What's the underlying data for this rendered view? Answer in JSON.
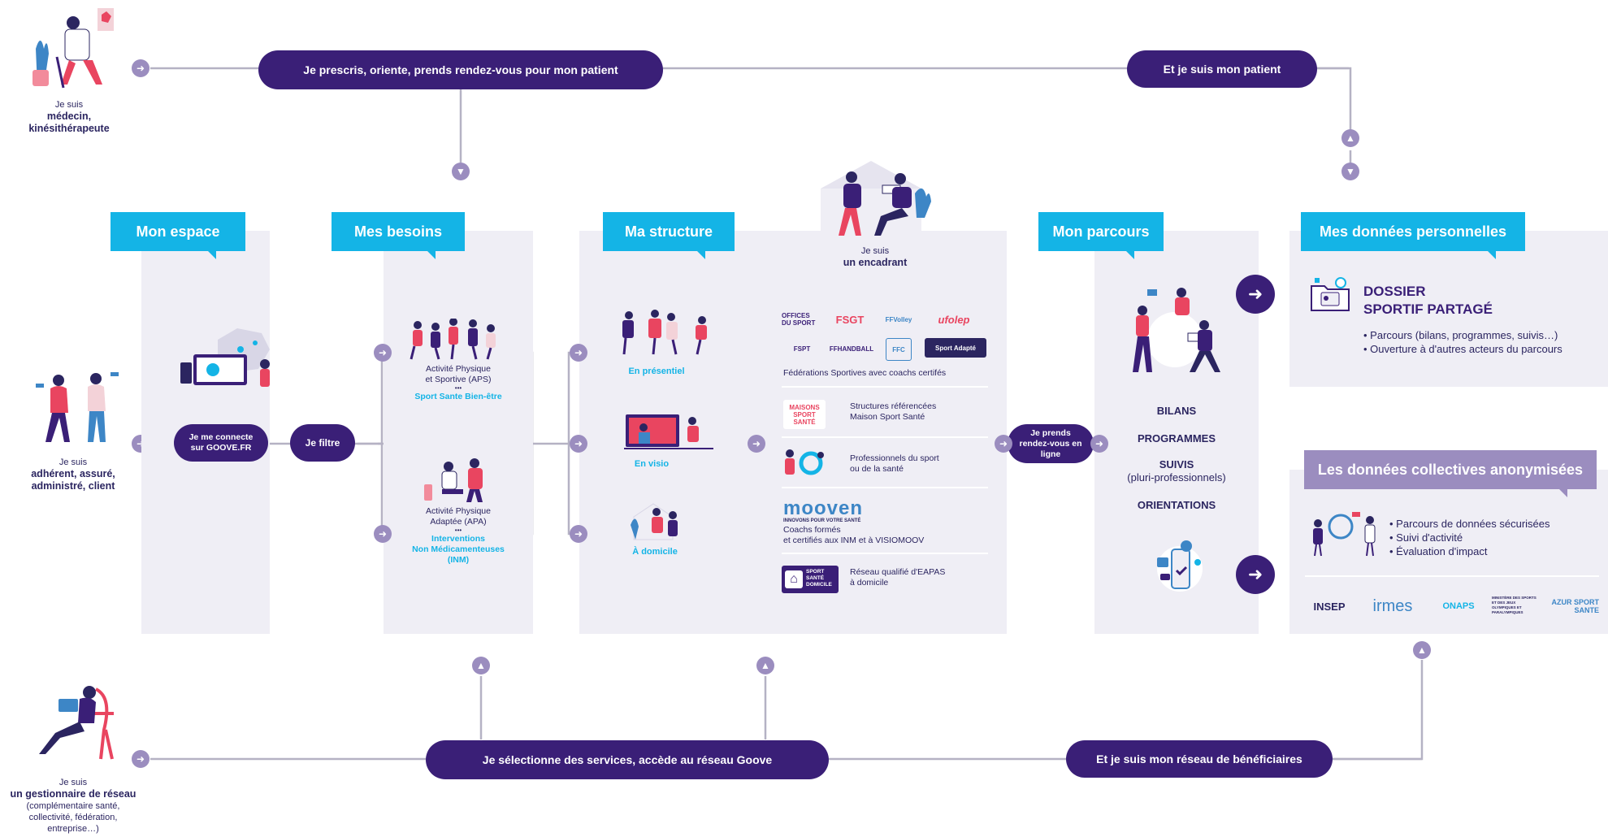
{
  "actors": {
    "medecin": {
      "line1": "Je suis",
      "line2": "médecin,",
      "line3": "kinésithérapeute"
    },
    "adherent": {
      "line1": "Je suis",
      "line2": "adhérent, assuré,",
      "line3": "administré, client"
    },
    "gestionnaire": {
      "line1": "Je suis",
      "line2": "un gestionnaire de réseau",
      "line3": "(complémentaire santé,",
      "line4": "collectivité, fédération,",
      "line5": "entreprise…)"
    },
    "encadrant": {
      "line1": "Je suis",
      "line2": "un encadrant"
    }
  },
  "top_flow": {
    "pill1": "Je prescris, oriente, prends rendez-vous pour mon patient",
    "pill2": "Et je suis mon patient"
  },
  "bottom_flow": {
    "pill1": "Je sélectionne des services, accède au réseau Goove",
    "pill2": "Et je suis mon réseau de bénéficiaires"
  },
  "sections": {
    "mon_espace": {
      "title": "Mon espace",
      "connect": "Je me connecte sur GOOVE.FR",
      "filter": "Je filtre"
    },
    "mes_besoins": {
      "title": "Mes besoins",
      "aps_line1": "Activité Physique",
      "aps_line2": "et Sportive (APS)",
      "aps_sep": "•••",
      "aps_sub": "Sport Sante Bien-être",
      "apa_line1": "Activité Physique",
      "apa_line2": "Adaptée (APA)",
      "apa_sep": "•••",
      "apa_sub1": "Interventions",
      "apa_sub2": "Non Médicamenteuses",
      "apa_sub3": "(INM)"
    },
    "ma_structure": {
      "title": "Ma structure",
      "modes": [
        "En présentiel",
        "En visio",
        "À domicile"
      ],
      "federations_caption": "Fédérations Sportives avec coachs certifés",
      "fed_logos": [
        "OFFICES DU SPORT",
        "FSGT",
        "FFVolley",
        "ufolep",
        "FSPT",
        "FFHANDBALL",
        "FFC",
        "Sport Adapté"
      ],
      "maison_line1": "Structures référencées",
      "maison_line2": "Maison Sport Santé",
      "maison_logo": "MAISONS SPORT SANTÉ",
      "pros_line1": "Professionnels du sport",
      "pros_line2": "ou de la santé",
      "moovent_logo": "mooven",
      "moovent_tag": "INNOVONS POUR VOTRE SANTÉ",
      "moovent_line1": "Coachs formés",
      "moovent_line2": "et certifiés aux INM et à VISIOMOOV",
      "eapas_logo": "SPORT SANTÉ DOMICILE",
      "eapas_line1": "Réseau qualifié d'EAPAS",
      "eapas_line2": "à domicile",
      "rdv": "Je prends rendez-vous en ligne"
    },
    "mon_parcours": {
      "title": "Mon parcours",
      "items": [
        "BILANS",
        "PROGRAMMES",
        "SUIVIS",
        "(pluri-professionnels)",
        "ORIENTATIONS"
      ]
    },
    "donnees_perso": {
      "title": "Mes données personnelles",
      "dossier_line1": "DOSSIER",
      "dossier_line2": "SPORTIF PARTAGÉ",
      "bullets": [
        "• Parcours (bilans, programmes, suivis…)",
        "• Ouverture à d'autres acteurs du parcours"
      ]
    },
    "donnees_collectives": {
      "title": "Les données collectives anonymisées",
      "bullets": [
        "• Parcours de données sécurisées",
        "• Suivi d'activité",
        "• Évaluation d'impact"
      ],
      "partners": [
        "INSEP",
        "irmes",
        "ONAPS",
        "MINISTÈRE DES SPORTS ET DES JEUX OLYMPIQUES ET PARALYMPIQUES",
        "AZUR SPORT SANTE"
      ]
    }
  },
  "colors": {
    "cyan": "#14b4e6",
    "navy": "#3a1f77",
    "lavender": "#9b8dbf",
    "panel": "#efeef5",
    "line": "#b5b2c4"
  }
}
